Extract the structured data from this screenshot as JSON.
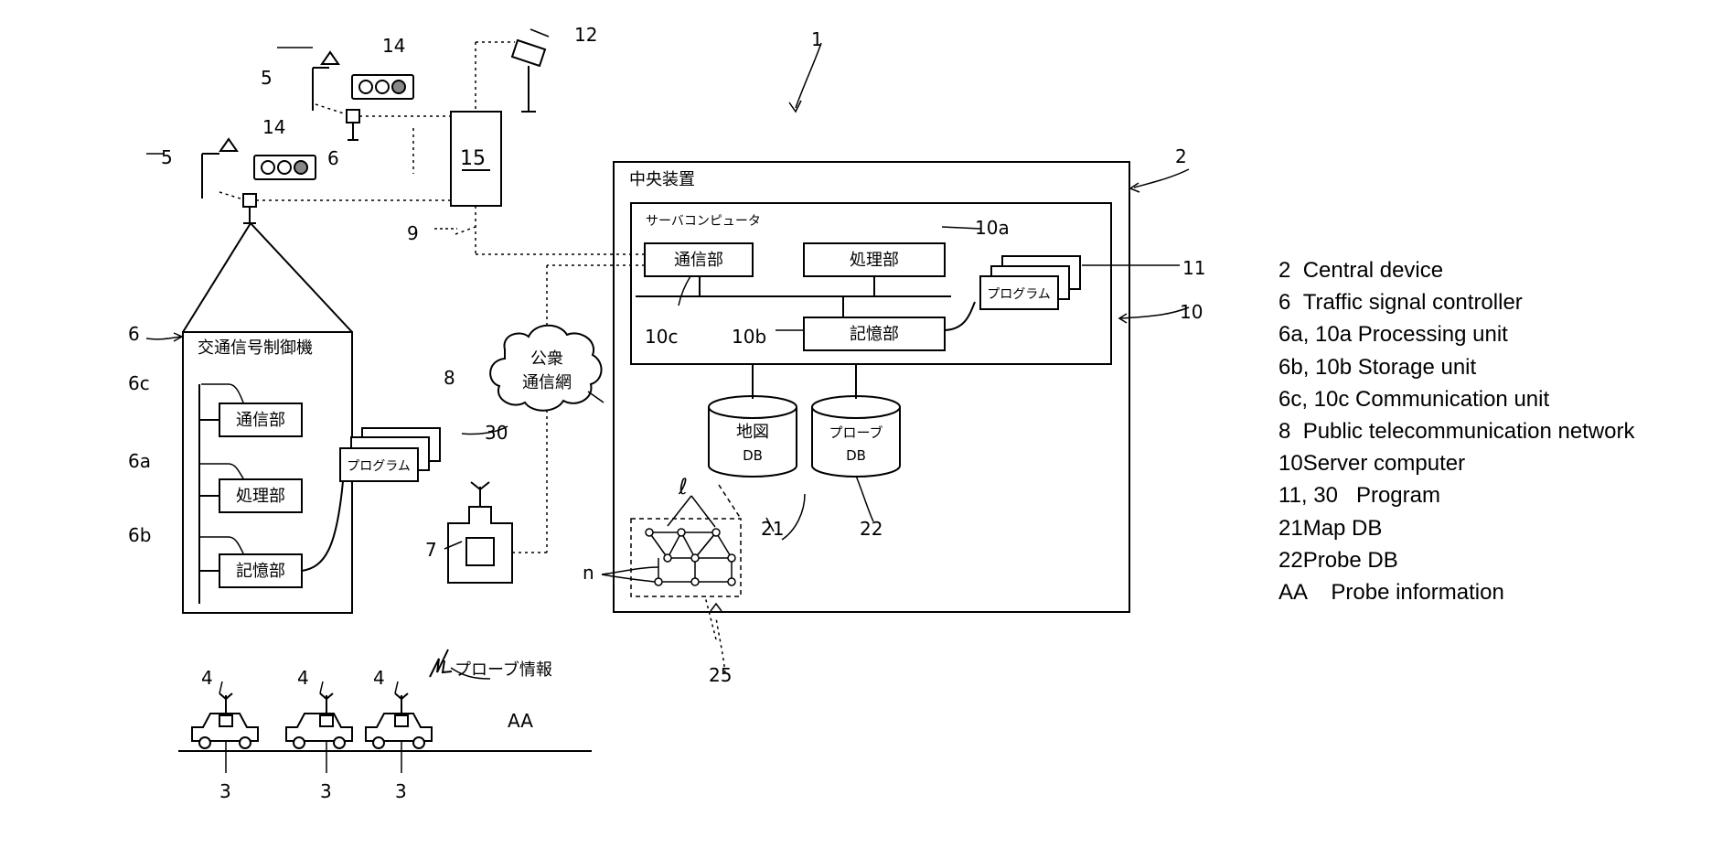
{
  "diagram": {
    "ref_1": "1",
    "ref_2": "2",
    "ref_3": "3",
    "ref_4": "4",
    "ref_5": "5",
    "ref_6": "6",
    "ref_6a": "6a",
    "ref_6b": "6b",
    "ref_6c": "6c",
    "ref_7": "7",
    "ref_8": "8",
    "ref_9": "9",
    "ref_10": "10",
    "ref_10a": "10a",
    "ref_10b": "10b",
    "ref_10c": "10c",
    "ref_11": "11",
    "ref_12": "12",
    "ref_14": "14",
    "ref_15": "15",
    "ref_21": "21",
    "ref_22": "22",
    "ref_25": "25",
    "ref_30": "30",
    "ref_l": "ℓ",
    "ref_n": "n",
    "label_aa": "AA",
    "central_device": "中央装置",
    "server_computer": "サーバコンピュータ",
    "comm_unit": "通信部",
    "processing_unit": "処理部",
    "storage_unit": "記憶部",
    "program": "プログラム",
    "controller": "交通信号制御機",
    "public_network_1": "公衆",
    "public_network_2": "通信網",
    "map_db_1": "地図",
    "map_db_2": "DB",
    "probe_db_1": "プローブ",
    "probe_db_2": "DB",
    "probe_info": "プローブ情報"
  },
  "legend": [
    {
      "key": "2  ",
      "text": "Central device"
    },
    {
      "key": "6  ",
      "text": "Traffic signal controller"
    },
    {
      "key": "6a, 10a ",
      "text": "Processing unit"
    },
    {
      "key": "6b, 10b ",
      "text": "Storage unit"
    },
    {
      "key": "6c, 10c ",
      "text": "Communication unit"
    },
    {
      "key": "8  ",
      "text": "Public telecommunication network"
    },
    {
      "key": "10",
      "text": "Server computer"
    },
    {
      "key": "11, 30   ",
      "text": "Program"
    },
    {
      "key": "21",
      "text": "Map DB"
    },
    {
      "key": "22",
      "text": "Probe DB"
    },
    {
      "key": "AA    ",
      "text": "Probe information"
    }
  ]
}
